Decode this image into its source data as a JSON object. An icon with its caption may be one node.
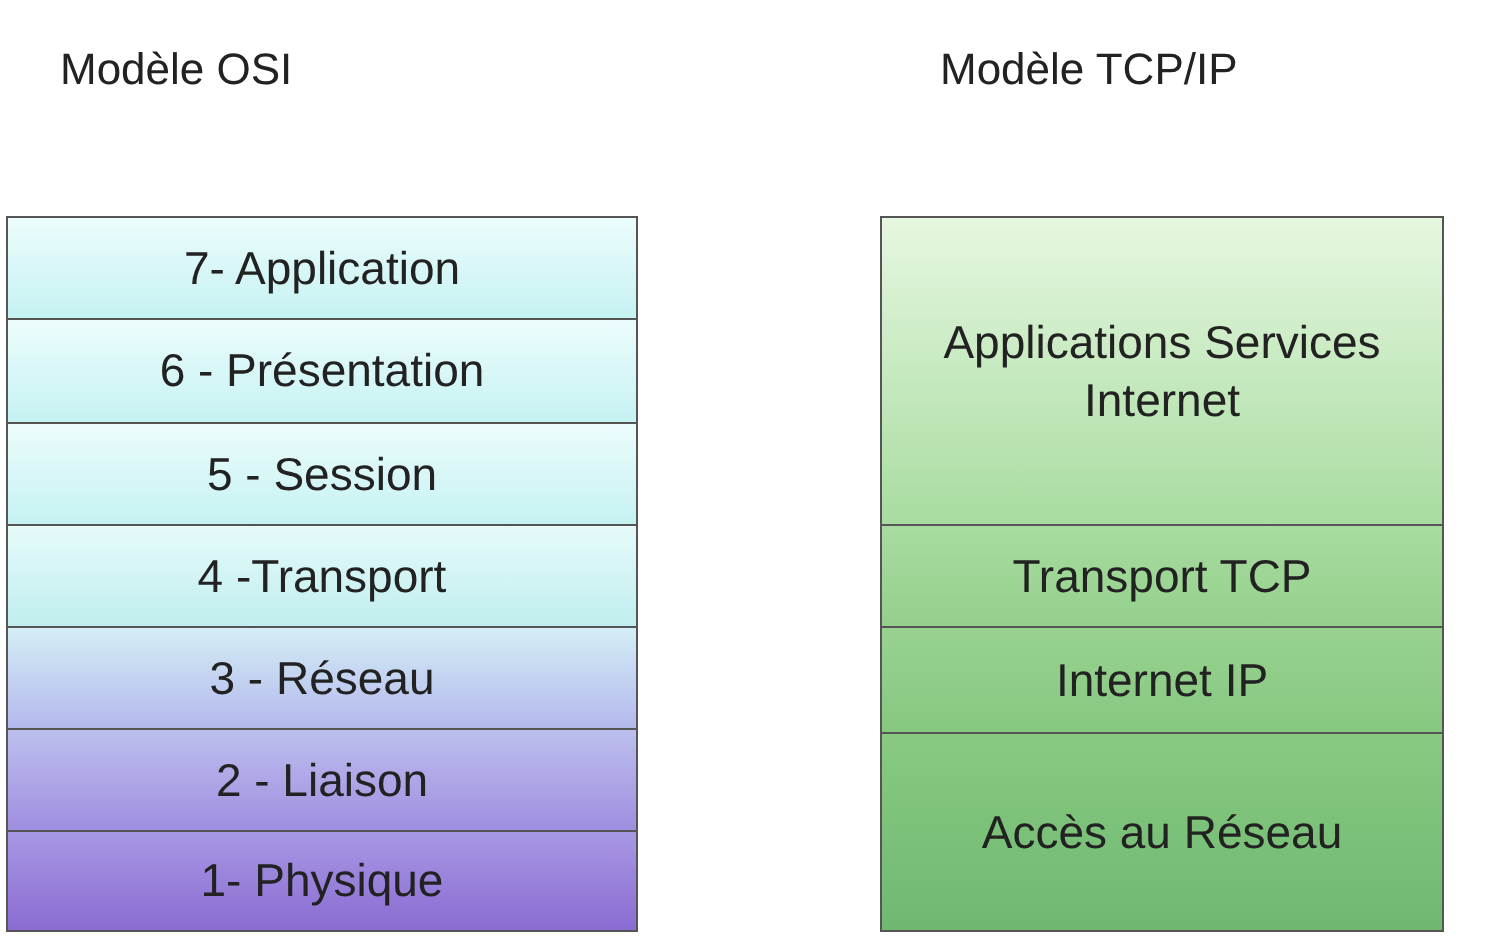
{
  "diagram": {
    "nodes": [
      {
        "text": [
          "7- Application"
        ]
      },
      {
        "text": [
          "6 - Présentation"
        ]
      },
      {
        "text": [
          "5 - Session"
        ]
      },
      {
        "text": [
          "4 -Transport"
        ]
      },
      {
        "text": [
          "3 - Réseau"
        ]
      },
      {
        "text": [
          "2 - Liaison"
        ]
      },
      {
        "text": [
          "1- Physique"
        ]
      },
      {
        "text": [
          "Applications Services Internet"
        ]
      },
      {
        "text": [
          "Transport TCP"
        ]
      },
      {
        "text": [
          "Internet IP"
        ]
      },
      {
        "text": [
          "Accès au Réseau"
        ]
      }
    ],
    "labels": [
      "Modèle OSI",
      "Modèle TCP/IP"
    ]
  }
}
